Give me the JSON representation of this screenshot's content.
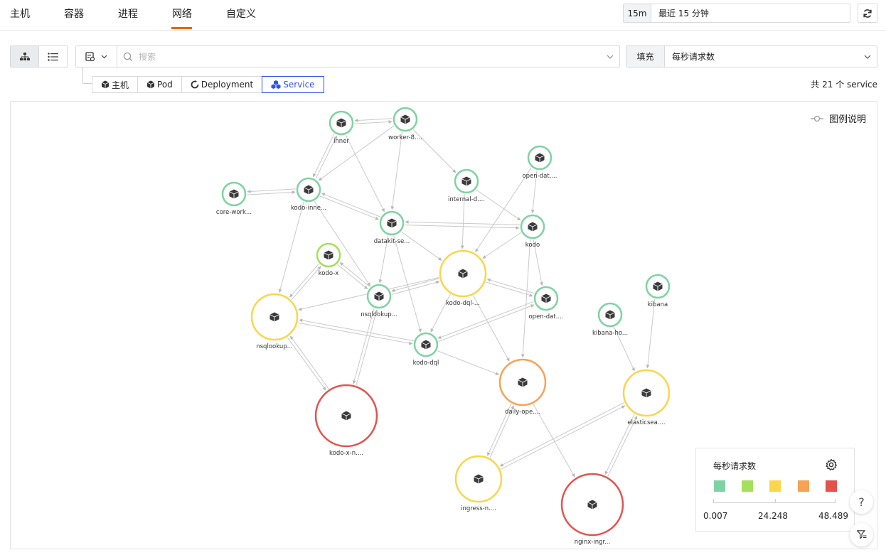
{
  "nav": {
    "tabs": [
      "主机",
      "容器",
      "进程",
      "网络",
      "自定义"
    ],
    "active_tab": "网络"
  },
  "time_range": {
    "short": "15m",
    "label": "最近 15 分钟"
  },
  "search": {
    "placeholder": "搜索"
  },
  "fill": {
    "label": "填充",
    "value": "每秒请求数"
  },
  "type_tabs": [
    "主机",
    "Pod",
    "Deployment",
    "Service"
  ],
  "selected_type": "Service",
  "count_text": "共 21 个 service",
  "legend_toggle": "图例说明",
  "legend": {
    "title": "每秒请求数",
    "colors": [
      "#7fd3a2",
      "#a4e05a",
      "#fbd54b",
      "#f7a254",
      "#e5524d"
    ],
    "min": "0.007",
    "mid": "24.248",
    "max": "48.489"
  },
  "help_label": "?",
  "icons": {
    "refresh": "refresh-icon",
    "topology": "topology-icon",
    "list": "list-icon",
    "scope": "scope-icon",
    "search": "search-icon",
    "chevron": "chevron-down-icon",
    "service": "cube-icon",
    "gear": "gear-icon",
    "filter": "filter-icon"
  },
  "graph": {
    "nodes": [
      {
        "id": "inner",
        "label": "inner",
        "level": 0,
        "size": "s"
      },
      {
        "id": "worker",
        "label": "worker-8....",
        "level": 0,
        "size": "s"
      },
      {
        "id": "opendat1",
        "label": "open-dat....",
        "level": 0,
        "size": "s"
      },
      {
        "id": "internal",
        "label": "internal-d....",
        "level": 0,
        "size": "s"
      },
      {
        "id": "corework",
        "label": "core-work...",
        "level": 0,
        "size": "s"
      },
      {
        "id": "kodoinne",
        "label": "kodo-inne...",
        "level": 0,
        "size": "s"
      },
      {
        "id": "datakit",
        "label": "datakit-se...",
        "level": 0,
        "size": "s"
      },
      {
        "id": "kodo",
        "label": "kodo",
        "level": 0,
        "size": "s"
      },
      {
        "id": "kodox",
        "label": "kodo-x",
        "level": 1,
        "size": "s"
      },
      {
        "id": "kododql2",
        "label": "kodo-dql-...",
        "level": 2,
        "size": "l"
      },
      {
        "id": "nsqlookup1",
        "label": "nsqlookup...",
        "level": 0,
        "size": "s"
      },
      {
        "id": "opendat2",
        "label": "open-dat....",
        "level": 0,
        "size": "s"
      },
      {
        "id": "kibana",
        "label": "kibana",
        "level": 0,
        "size": "s"
      },
      {
        "id": "kibanaho",
        "label": "kibana-ho...",
        "level": 0,
        "size": "s"
      },
      {
        "id": "nsqlookup2",
        "label": "nsqlookup...",
        "level": 2,
        "size": "l"
      },
      {
        "id": "kododql",
        "label": "kodo-dql",
        "level": 0,
        "size": "s"
      },
      {
        "id": "dailyope",
        "label": "daily-ope....",
        "level": 3,
        "size": "l"
      },
      {
        "id": "elastic",
        "label": "elasticsea....",
        "level": 2,
        "size": "l"
      },
      {
        "id": "kodoxn",
        "label": "kodo-x-n....",
        "level": 4,
        "size": "xl"
      },
      {
        "id": "ingress",
        "label": "ingress-n....",
        "level": 2,
        "size": "l"
      },
      {
        "id": "nginx",
        "label": "nginx-ingr...",
        "level": 4,
        "size": "xl"
      }
    ],
    "edges": [
      [
        "inner",
        "worker"
      ],
      [
        "worker",
        "inner"
      ],
      [
        "inner",
        "kodoinne"
      ],
      [
        "kodoinne",
        "inner"
      ],
      [
        "worker",
        "kodoinne"
      ],
      [
        "worker",
        "internal"
      ],
      [
        "worker",
        "datakit"
      ],
      [
        "inner",
        "datakit"
      ],
      [
        "corework",
        "kodoinne"
      ],
      [
        "kodoinne",
        "corework"
      ],
      [
        "kodoinne",
        "datakit"
      ],
      [
        "datakit",
        "kodoinne"
      ],
      [
        "kodoinne",
        "nsqlookup2"
      ],
      [
        "kodoinne",
        "nsqlookup1"
      ],
      [
        "internal",
        "kodo"
      ],
      [
        "internal",
        "kododql2"
      ],
      [
        "opendat1",
        "kodo"
      ],
      [
        "opendat1",
        "kododql2"
      ],
      [
        "datakit",
        "kodo"
      ],
      [
        "kodo",
        "datakit"
      ],
      [
        "datakit",
        "kododql2"
      ],
      [
        "datakit",
        "nsqlookup1"
      ],
      [
        "datakit",
        "kododql"
      ],
      [
        "kodo",
        "kododql2"
      ],
      [
        "kodo",
        "opendat2"
      ],
      [
        "kodo",
        "dailyope"
      ],
      [
        "kodox",
        "nsqlookup1"
      ],
      [
        "nsqlookup1",
        "kodox"
      ],
      [
        "kodox",
        "nsqlookup2"
      ],
      [
        "nsqlookup2",
        "kodox"
      ],
      [
        "kododql2",
        "nsqlookup1"
      ],
      [
        "nsqlookup1",
        "kododql2"
      ],
      [
        "kododql2",
        "opendat2"
      ],
      [
        "opendat2",
        "kododql2"
      ],
      [
        "kododql2",
        "nsqlookup2"
      ],
      [
        "kododql2",
        "kododql"
      ],
      [
        "kododql2",
        "dailyope"
      ],
      [
        "nsqlookup1",
        "kodoxn"
      ],
      [
        "kodoxn",
        "nsqlookup1"
      ],
      [
        "nsqlookup2",
        "kododql"
      ],
      [
        "kododql",
        "nsqlookup2"
      ],
      [
        "nsqlookup2",
        "kodoxn"
      ],
      [
        "kodoxn",
        "nsqlookup2"
      ],
      [
        "opendat2",
        "kododql"
      ],
      [
        "kododql",
        "opendat2"
      ],
      [
        "kododql",
        "dailyope"
      ],
      [
        "kibanaho",
        "elastic"
      ],
      [
        "kibana",
        "elastic"
      ],
      [
        "dailyope",
        "ingress"
      ],
      [
        "ingress",
        "dailyope"
      ],
      [
        "dailyope",
        "nginx"
      ],
      [
        "elastic",
        "ingress"
      ],
      [
        "ingress",
        "elastic"
      ],
      [
        "elastic",
        "nginx"
      ],
      [
        "nginx",
        "elastic"
      ]
    ]
  }
}
